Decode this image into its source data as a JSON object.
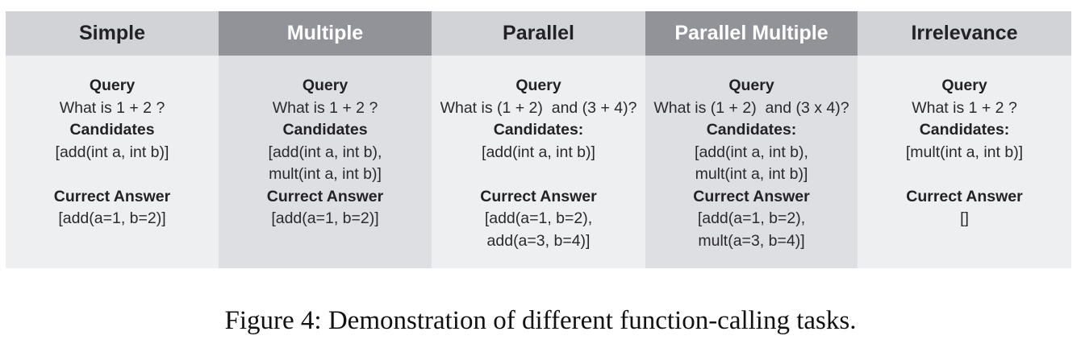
{
  "columns": [
    {
      "title": "Simple",
      "query_label": "Query",
      "query": "What is 1 + 2 ?",
      "candidates_label": "Candidates",
      "candidates": [
        "[add(int a, int b)]",
        ""
      ],
      "answer_label": "Currect Answer",
      "answer": [
        "[add(a=1, b=2)]",
        ""
      ]
    },
    {
      "title": "Multiple",
      "query_label": "Query",
      "query": "What is 1 + 2 ?",
      "candidates_label": "Candidates",
      "candidates": [
        "[add(int a, int b),",
        "mult(int a, int b)]"
      ],
      "answer_label": "Currect Answer",
      "answer": [
        "[add(a=1, b=2)]",
        ""
      ]
    },
    {
      "title": "Parallel",
      "query_label": "Query",
      "query": "What is (1 + 2)  and (3 + 4)?",
      "candidates_label": "Candidates:",
      "candidates": [
        "[add(int a, int b)]",
        ""
      ],
      "answer_label": "Currect Answer",
      "answer": [
        "[add(a=1, b=2),",
        "add(a=3, b=4)]"
      ]
    },
    {
      "title": "Parallel Multiple",
      "query_label": "Query",
      "query": "What is (1 + 2)  and (3 x 4)?",
      "candidates_label": "Candidates:",
      "candidates": [
        "[add(int a, int b),",
        "mult(int a, int b)]"
      ],
      "answer_label": "Currect Answer",
      "answer": [
        "[add(a=1, b=2),",
        "mult(a=3, b=4)]"
      ]
    },
    {
      "title": "Irrelevance",
      "query_label": "Query",
      "query": "What is 1 + 2 ?",
      "candidates_label": "Candidates:",
      "candidates": [
        "[mult(int a, int b)]",
        ""
      ],
      "answer_label": "Currect Answer",
      "answer": [
        "[]",
        ""
      ]
    }
  ],
  "caption": "Figure 4: Demonstration of different function-calling tasks."
}
